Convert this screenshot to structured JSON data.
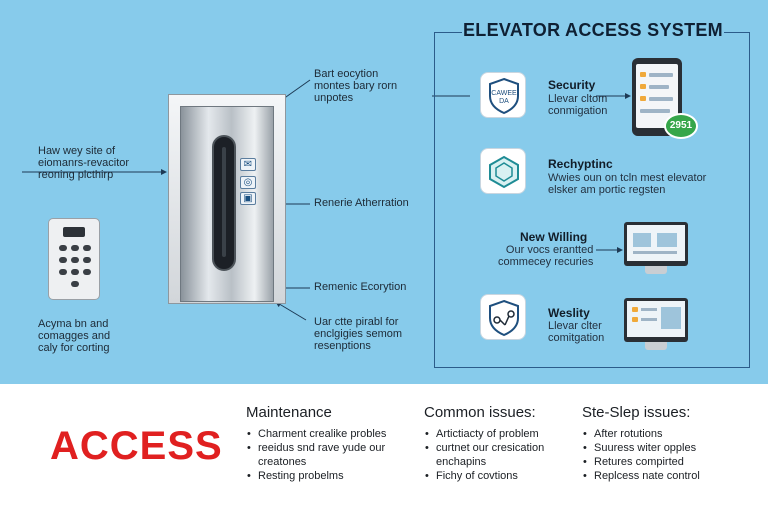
{
  "diagram": {
    "system_title": "ELEVATOR ACCESS SYSTEM",
    "elevator_labels": {
      "top_right": [
        "Bart eocytion",
        "montes bary rorn",
        "unpotes"
      ],
      "left": [
        "Haw wey site of",
        "eiomanrs-revacitor",
        "reoning plcthirp"
      ],
      "mid_right": [
        "Renerie Atherration"
      ],
      "lower_right": [
        "Remenic Ecorytion"
      ],
      "bottom_right": [
        "Uar ctte pirabl for",
        "enclgigies semom",
        "resenptions"
      ],
      "keypad": [
        "Acyma bn and",
        "comagges and",
        "caly for corting"
      ]
    },
    "features": [
      {
        "icon": "shield-icon",
        "icon_text": [
          "CAWEE",
          "DA"
        ],
        "title": "Security",
        "desc": [
          "Llevar cltom",
          "conmigation"
        ]
      },
      {
        "icon": "cube-icon",
        "title": "Rechyptinc",
        "desc": [
          "Wwies oun on tcln mest elevator",
          "elsker am portic regsten"
        ]
      },
      {
        "icon": "",
        "title": "New Willing",
        "desc": [
          "Our vocs erantted",
          "commecey recuries"
        ]
      },
      {
        "icon": "network-icon",
        "title": "Weslity",
        "desc": [
          "Llevar clter",
          "comitgation"
        ]
      }
    ],
    "badge": "2951",
    "colors": {
      "sky": "#87cbeb",
      "frame": "#2b5c8a",
      "accent_red": "#e02020",
      "badge_green": "#36a64a"
    }
  },
  "bottom": {
    "brand": "ACCESS",
    "columns": [
      {
        "heading": "Maintenance",
        "items": [
          [
            "Charment crealike probles"
          ],
          [
            "reeidus snd rave yude our",
            "creatones"
          ],
          [
            "Resting probelms"
          ]
        ]
      },
      {
        "heading": "Common issues:",
        "items": [
          [
            "Artictiacty of problem"
          ],
          [
            "curtnet our cresication",
            "enchapins"
          ],
          [
            "Fichy of covtions"
          ]
        ]
      },
      {
        "heading": "Ste-Slep issues:",
        "items": [
          [
            "After rotutions"
          ],
          [
            "Suuress witer opples"
          ],
          [
            "Retures compirted"
          ],
          [
            "Replcess nate control"
          ]
        ]
      }
    ]
  }
}
